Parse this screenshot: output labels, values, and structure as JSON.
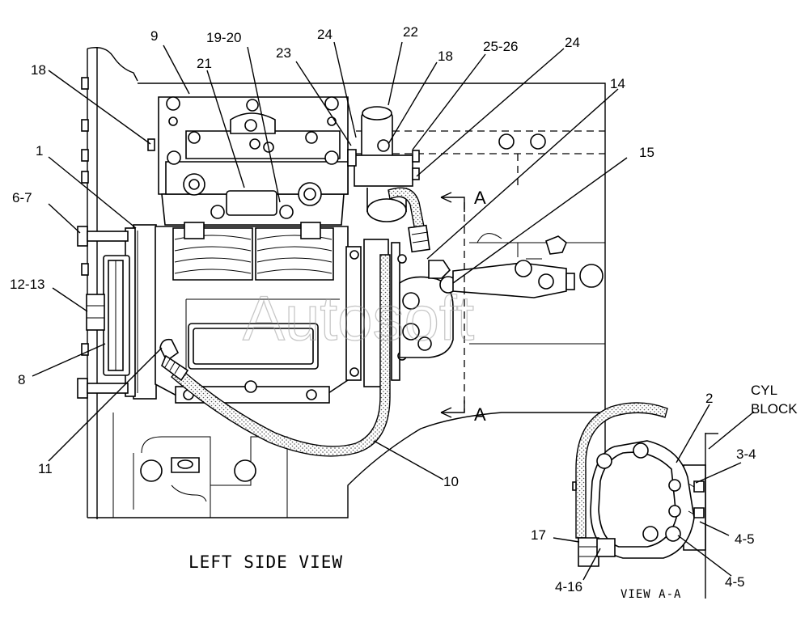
{
  "diagram": {
    "title": "LEFT SIDE VIEW",
    "view_label": "VIEW A-A",
    "cyl_block_label_line1": "CYL",
    "cyl_block_label_line2": "BLOCK",
    "section_marker_top": "A",
    "section_marker_bottom": "A",
    "watermark": "Autosoft",
    "callouts": [
      {
        "id": "c-9",
        "text": "9"
      },
      {
        "id": "c-19-20",
        "text": "19-20"
      },
      {
        "id": "c-21",
        "text": "21"
      },
      {
        "id": "c-24a",
        "text": "24"
      },
      {
        "id": "c-22",
        "text": "22"
      },
      {
        "id": "c-23",
        "text": "23"
      },
      {
        "id": "c-18b",
        "text": "18"
      },
      {
        "id": "c-25-26",
        "text": "25-26"
      },
      {
        "id": "c-24b",
        "text": "24"
      },
      {
        "id": "c-14",
        "text": "14"
      },
      {
        "id": "c-15",
        "text": "15"
      },
      {
        "id": "c-18a",
        "text": "18"
      },
      {
        "id": "c-1",
        "text": "1"
      },
      {
        "id": "c-6-7",
        "text": "6-7"
      },
      {
        "id": "c-12-13",
        "text": "12-13"
      },
      {
        "id": "c-8",
        "text": "8"
      },
      {
        "id": "c-11",
        "text": "11"
      },
      {
        "id": "c-10",
        "text": "10"
      },
      {
        "id": "c-2",
        "text": "2"
      },
      {
        "id": "c-3-4",
        "text": "3-4"
      },
      {
        "id": "c-4-5a",
        "text": "4-5"
      },
      {
        "id": "c-4-5b",
        "text": "4-5"
      },
      {
        "id": "c-17",
        "text": "17"
      },
      {
        "id": "c-4-16",
        "text": "4-16"
      }
    ]
  }
}
